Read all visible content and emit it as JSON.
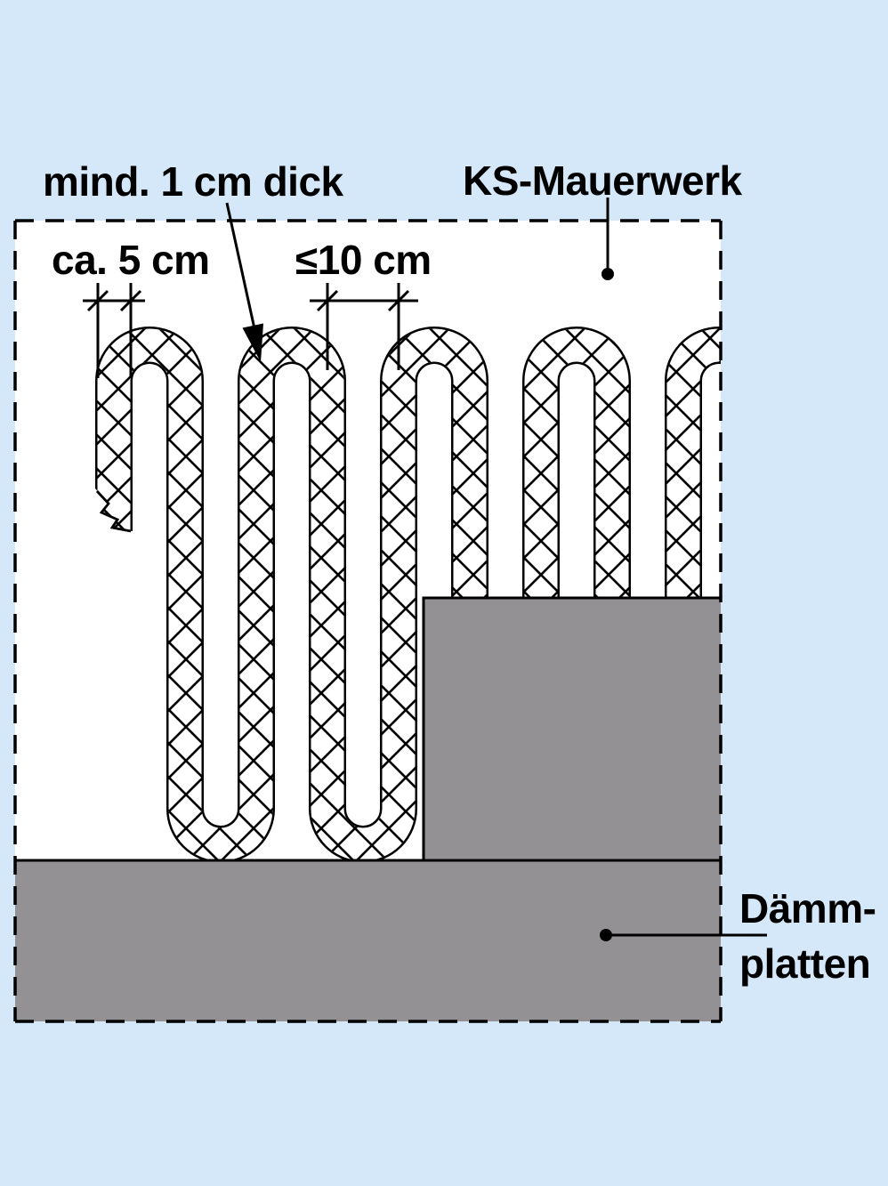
{
  "labels": {
    "bead_thickness": "mind. 1 cm dick",
    "masonry": "KS-Mauerwerk",
    "bead_width": "ca. 5 cm",
    "bead_spacing": "≤10 cm",
    "insulation_line1": "Dämm-",
    "insulation_line2": "platten"
  },
  "colors": {
    "background": "#d4e8fa",
    "wall_panel": "#ffffff",
    "insulation_board": "#939193",
    "line": "#000000"
  }
}
